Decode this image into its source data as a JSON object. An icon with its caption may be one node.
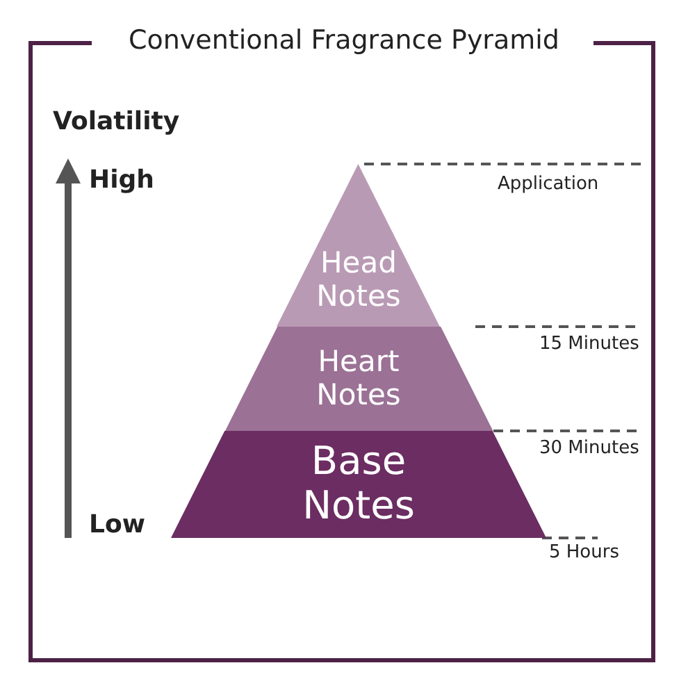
{
  "diagram": {
    "title": "Conventional Fragrance Pyramid",
    "nodes": [
      {
        "text": [
          "Head Notes"
        ]
      },
      {
        "text": [
          "Heart Notes"
        ]
      },
      {
        "text": [
          "Base Notes"
        ]
      }
    ],
    "labels": [
      "Volatility",
      "High",
      "Low",
      "Application",
      "15 Minutes",
      "30 Minutes",
      "5 Hours"
    ]
  }
}
